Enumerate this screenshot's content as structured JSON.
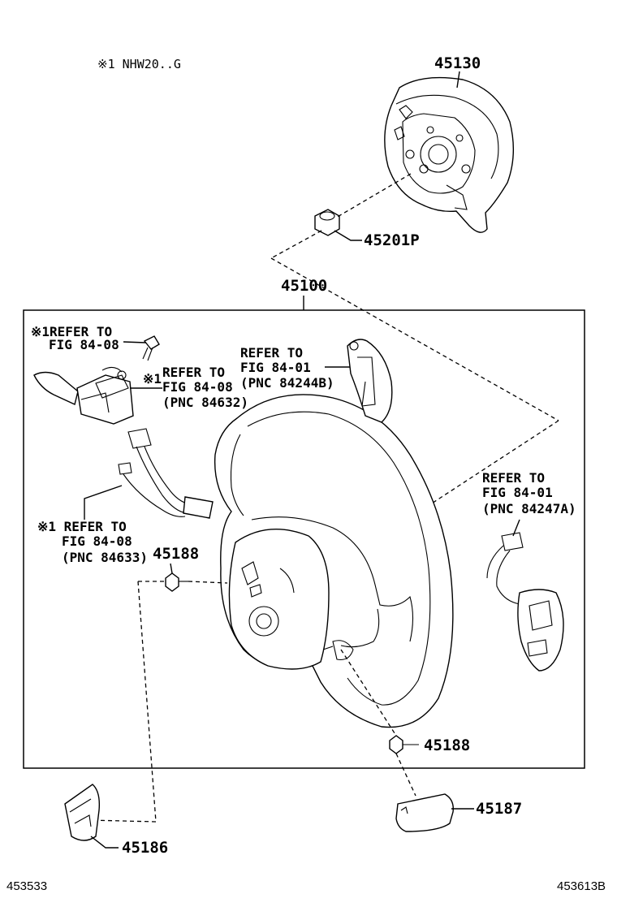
{
  "header_note": "※1 NHW20..G",
  "parts": {
    "airbag": "45130",
    "nut": "45201P",
    "wheel": "45100",
    "screw_left": "45188",
    "screw_right": "45188",
    "cover_right": "45187",
    "cover_left": "45186"
  },
  "refs": {
    "ref_a": [
      "※1REFER TO",
      "FIG 84-08"
    ],
    "ref_b": [
      "※1",
      "REFER TO",
      "FIG 84-08",
      "(PNC 84632)"
    ],
    "ref_c": [
      "REFER TO",
      "FIG 84-01",
      "(PNC 84244B)"
    ],
    "ref_d": [
      "REFER TO",
      "FIG 84-01",
      "(PNC 84247A)"
    ],
    "ref_e": [
      "※1 REFER TO",
      "FIG 84-08",
      "(PNC 84633)"
    ]
  },
  "footer": {
    "left_code": "453533",
    "right_code": "453613B"
  }
}
